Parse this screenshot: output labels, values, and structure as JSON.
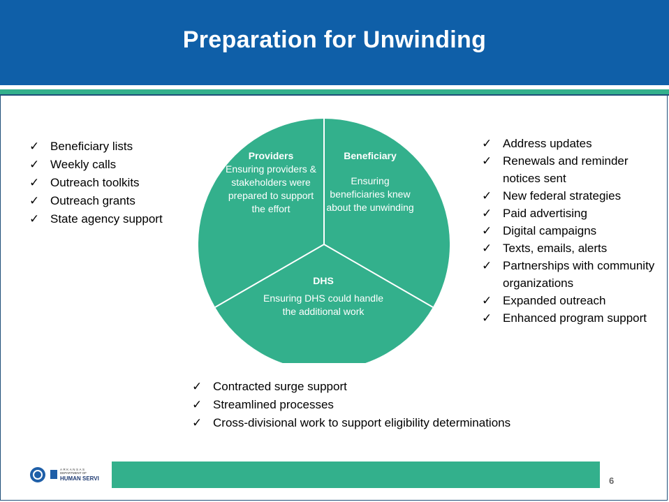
{
  "slide": {
    "title": "Preparation for Unwinding",
    "page_number": "6"
  },
  "left_list": [
    "Beneficiary lists",
    "Weekly calls",
    "Outreach toolkits",
    "Outreach grants",
    "State agency support"
  ],
  "right_list": [
    "Address updates",
    "Renewals and reminder notices sent",
    "New federal strategies",
    "Paid advertising",
    "Digital campaigns",
    "Texts, emails, alerts",
    "Partnerships with community organizations",
    "Expanded outreach",
    "Enhanced program support"
  ],
  "bottom_list": [
    "Contracted surge support",
    "Streamlined processes",
    "Cross-divisional work to support eligibility determinations"
  ],
  "diagram": {
    "providers": {
      "heading": "Providers",
      "text": "Ensuring providers & stakeholders were prepared to support the effort"
    },
    "beneficiary": {
      "heading": "Beneficiary",
      "text": "Ensuring beneficiaries knew about the unwinding"
    },
    "dhs": {
      "heading": "DHS",
      "text": "Ensuring DHS could handle the additional work"
    }
  },
  "footer": {
    "logo_text_top": "ARKANSAS",
    "logo_text_mid": "DEPARTMENT OF",
    "logo_text_bottom": "HUMAN SERVICES"
  },
  "colors": {
    "header_blue": "#0f5fa8",
    "accent_green": "#33b08c",
    "diagram_green": "#33b08c"
  }
}
